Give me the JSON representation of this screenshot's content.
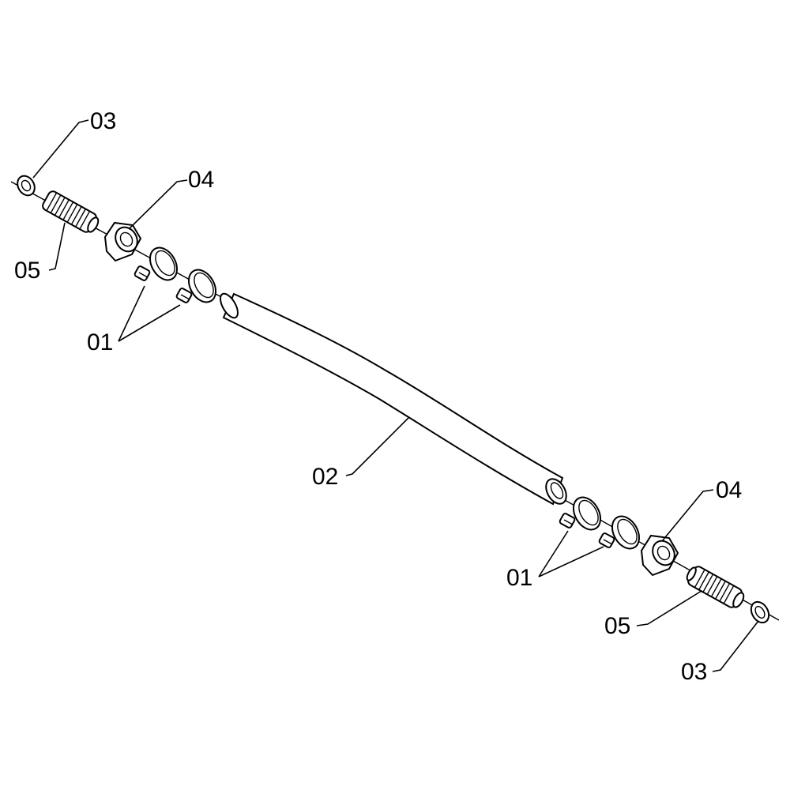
{
  "diagram": {
    "callouts": {
      "p03_top": "03",
      "p04_top": "04",
      "p05_top": "05",
      "p01_top": "01",
      "p02": "02",
      "p04_bottom": "04",
      "p01_bottom": "01",
      "p05_bottom": "05",
      "p03_bottom": "03"
    }
  }
}
